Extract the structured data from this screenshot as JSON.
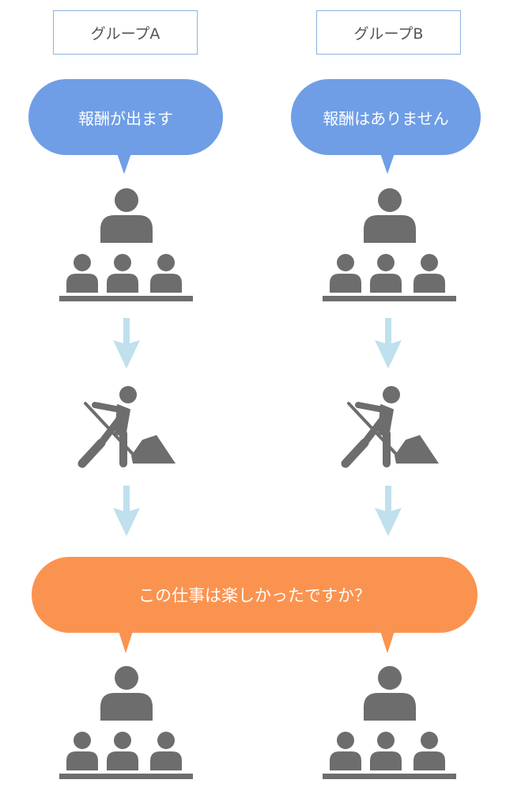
{
  "groups": [
    {
      "label": "グループA",
      "message": "報酬が出ます"
    },
    {
      "label": "グループB",
      "message": "報酬はありません"
    }
  ],
  "question": "この仕事は楽しかったですか？",
  "icons": {
    "audience": "audience-icon",
    "arrow": "arrow-down-icon",
    "worker": "shoveling-worker-icon"
  },
  "colors": {
    "bubble_blue": "#6f9ee6",
    "bubble_orange": "#fb9350",
    "icon_gray": "#6d6d6d",
    "arrow": "#bfe0ec",
    "label_border": "#8fb0df"
  }
}
